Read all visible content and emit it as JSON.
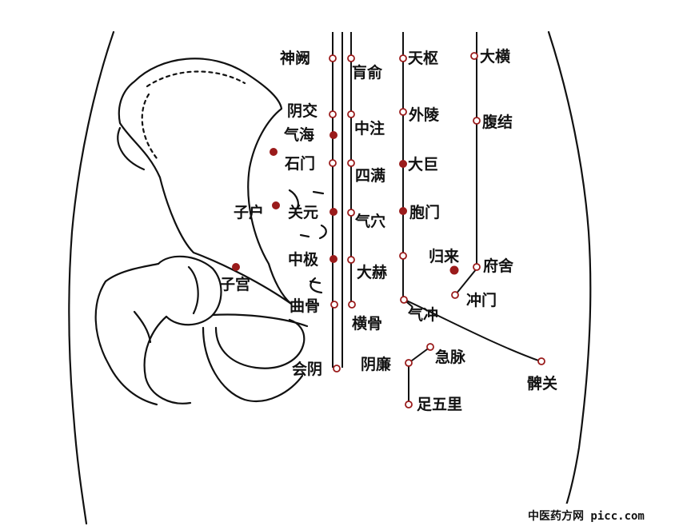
{
  "colors": {
    "point_fill": "#9a1b1b",
    "line": "#111111",
    "background": "#ffffff"
  },
  "labels": {
    "shenque": "神阙",
    "huangshu": "肓俞",
    "tianshu": "天枢",
    "daheng": "大横",
    "yinjiao": "阴交",
    "qihai": "气海",
    "zhongzhu": "中注",
    "wailing": "外陵",
    "fujie": "腹结",
    "shimen": "石门",
    "siman": "四满",
    "daju": "大巨",
    "zihu": "子户",
    "guanyuan": "关元",
    "qixue": "气穴",
    "baomen": "胞门",
    "zhongji": "中极",
    "dahe": "大赫",
    "guilai": "归来",
    "fushe": "府舍",
    "zigong": "子宫",
    "chongmen": "冲门",
    "qugu": "曲骨",
    "henggu": "横骨",
    "qichong": "气冲",
    "jimai": "急脉",
    "yinlian": "阴廉",
    "huiyin": "会阴",
    "biguan": "髀关",
    "zuwuli": "足五里"
  },
  "watermark": "中医药方网 picc.com"
}
